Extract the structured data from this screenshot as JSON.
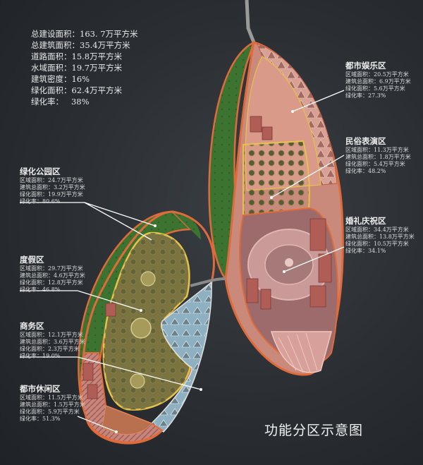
{
  "summary": [
    "总建设面积：163. 7万平方米",
    "总建筑面积：35.4万平方米",
    "道路面积：15.8万平方米",
    "水域面积：19.7万平方米",
    "建筑密度：16%",
    "绿化面积：62.4万平方米",
    "绿化率：   38%"
  ],
  "zones": {
    "urban_entertainment": {
      "name": "都市娱乐区",
      "lines": [
        "区域面积：20.5万平方米",
        "建筑总面积：6.9万平方米",
        "绿化面积：5.6万平方米",
        "绿化率：27.3%"
      ]
    },
    "folk_performance": {
      "name": "民俗表演区",
      "lines": [
        "区域面积：11.3万平方米",
        "建筑总面积：1.8万平方米",
        "绿化面积：5.4万平方米",
        "绿化率：48.2%"
      ]
    },
    "wedding": {
      "name": "婚礼庆祝区",
      "lines": [
        "区域面积：34.4万平方米",
        "建筑总面积：13.8万平方米",
        "绿化面积：10.5万平方米",
        "绿化率：34.1%"
      ]
    },
    "green_park": {
      "name": "绿化公园区",
      "lines": [
        "区域面积：24.7万平方米",
        "建筑总面积：3.2万平方米",
        "绿化面积：19.9万平方米",
        "绿化率：80.6%"
      ]
    },
    "resort": {
      "name": "度假区",
      "lines": [
        "区域面积：29.7万平方米",
        "建筑总面积：4.6万平方米",
        "绿化面积：12.8万平方米",
        "绿化率：46.8%"
      ]
    },
    "business": {
      "name": "商务区",
      "lines": [
        "区域面积：12.1万平方米",
        "建筑总面积：3.6万平方米",
        "绿化面积：2.3万平方米",
        "绿化率：19.0%"
      ]
    },
    "urban_leisure": {
      "name": "都市休闲区",
      "lines": [
        "区域面积：11.5万平方米",
        "建筑总面积：1.5万平方米",
        "绿化面积：5.9万平方米",
        "绿化率：51.3%"
      ]
    }
  },
  "map_title": "功能分区示意图",
  "colors": {
    "background": "#2b2f33",
    "green_park": "#3f7a34",
    "resort": "#7b7440",
    "entertainment": "#c9887a",
    "wedding": "#9b6a6c",
    "business": "#8fb3c4",
    "zone_outline": "#e06b3a",
    "yellow_outline": "#e7c24a",
    "leader_line": "#ffffff"
  }
}
